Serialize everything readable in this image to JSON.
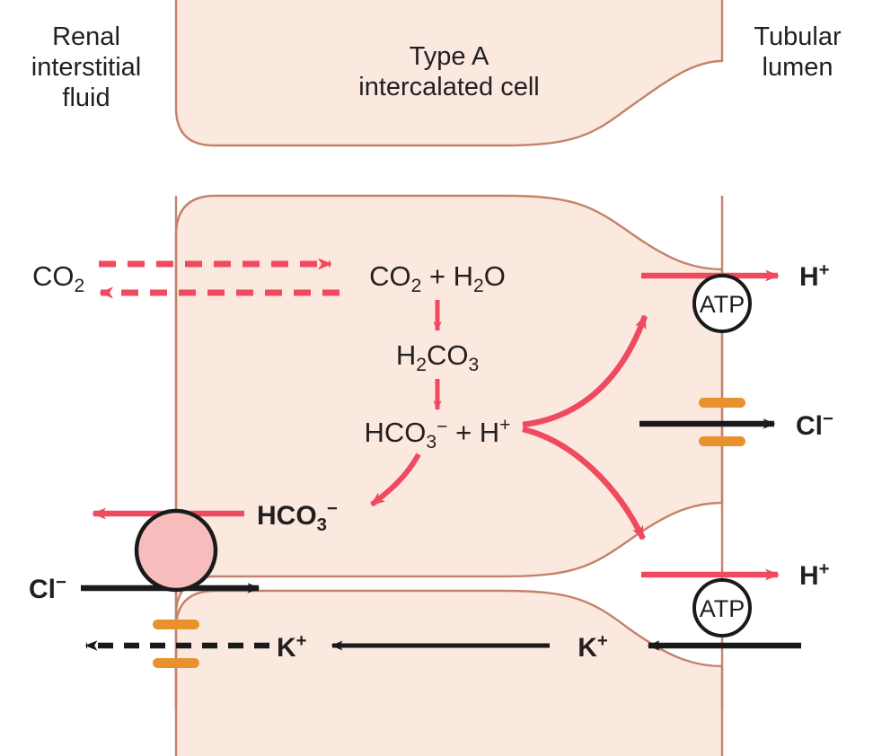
{
  "figure": {
    "title": "Type A intercalated cell acid-base transport",
    "colors": {
      "cell_fill": "#fbe9e0",
      "cell_border": "#c3836a",
      "red_arrow": "#ef4a5f",
      "black_arrow": "#1a1a1a",
      "orange_channel": "#e8922e",
      "exchanger_fill": "#f7bdbd",
      "text": "#231f20",
      "background": "#ffffff"
    }
  },
  "compartments": {
    "left": {
      "label_lines": [
        "Renal",
        "interstitial",
        "fluid"
      ]
    },
    "cell": {
      "label_lines": [
        "Type A",
        "intercalated cell"
      ]
    },
    "right": {
      "label_lines": [
        "Tubular",
        "lumen"
      ]
    }
  },
  "reaction": {
    "step1": {
      "formula": "CO2 + H2O",
      "parts": [
        "CO",
        "2",
        " + H",
        "2",
        "O"
      ]
    },
    "step2": {
      "formula": "H2CO3",
      "parts": [
        "H",
        "2",
        "CO",
        "3"
      ]
    },
    "step3": {
      "formula": "HCO3- + H+",
      "parts": [
        "HCO",
        "3",
        "−",
        " + H",
        "+"
      ]
    }
  },
  "species": {
    "co2_extracellular": {
      "base": "CO",
      "sub": "2"
    },
    "bicarbonate_basolateral": {
      "base": "HCO",
      "sub": "3",
      "sup": "−"
    },
    "chloride_basolateral": {
      "base": "Cl",
      "sup": "−"
    },
    "chloride_apical": {
      "base": "Cl",
      "sup": "−"
    },
    "potassium_basolateral": {
      "base": "K",
      "sup": "+"
    },
    "potassium_apical": {
      "base": "K",
      "sup": "+"
    },
    "proton_apical_top": {
      "base": "H",
      "sup": "+"
    },
    "proton_apical_bottom": {
      "base": "H",
      "sup": "+"
    }
  },
  "transporters": [
    {
      "id": "h-atpase-apical",
      "name": "H+ ATPase",
      "badge": "ATP",
      "membrane": "apical",
      "transports": [
        "H+"
      ],
      "direction": "out-to-lumen"
    },
    {
      "id": "cl-channel-apical",
      "name": "Cl- channel",
      "badge": "",
      "membrane": "apical",
      "transports": [
        "Cl-"
      ],
      "direction": "out-to-lumen"
    },
    {
      "id": "hk-atpase-apical",
      "name": "H+/K+ ATPase",
      "badge": "ATP",
      "membrane": "apical",
      "transports": [
        "H+",
        "K+"
      ],
      "direction": "exchange"
    },
    {
      "id": "cl-hco3-exchanger-basolateral",
      "name": "Cl-/HCO3- exchanger",
      "badge": "",
      "membrane": "basolateral",
      "transports": [
        "Cl-",
        "HCO3-"
      ],
      "direction": "exchange"
    },
    {
      "id": "k-channel-basolateral",
      "name": "K+ channel",
      "badge": "",
      "membrane": "basolateral",
      "transports": [
        "K+"
      ],
      "direction": "out-to-interstitium"
    }
  ],
  "atp_badges": {
    "top_label": "ATP",
    "bottom_label": "ATP"
  },
  "flows": [
    {
      "id": "co2-influx",
      "style": "dashed-red",
      "direction": "right",
      "species": "CO2"
    },
    {
      "id": "co2-efflux",
      "style": "dashed-red",
      "direction": "left",
      "species": "CO2"
    },
    {
      "id": "hydration-arrow",
      "style": "solid-red",
      "direction": "down"
    },
    {
      "id": "dissociation-arrow",
      "style": "solid-red",
      "direction": "down"
    },
    {
      "id": "hco3-to-exchanger",
      "style": "curved-red",
      "direction": "down-left",
      "species": "HCO3-"
    },
    {
      "id": "h-to-upper-atpase",
      "style": "curved-red",
      "direction": "up-right",
      "species": "H+"
    },
    {
      "id": "h-to-lower-atpase",
      "style": "curved-red",
      "direction": "down-right",
      "species": "H+"
    },
    {
      "id": "hco3-efflux",
      "style": "solid-red",
      "direction": "left",
      "species": "HCO3-"
    },
    {
      "id": "cl-influx",
      "style": "solid-black",
      "direction": "right",
      "species": "Cl-"
    },
    {
      "id": "k-efflux-basolateral",
      "style": "dashed-black",
      "direction": "left",
      "species": "K+"
    },
    {
      "id": "k-influx-apical",
      "style": "solid-black",
      "direction": "left",
      "species": "K+"
    }
  ]
}
